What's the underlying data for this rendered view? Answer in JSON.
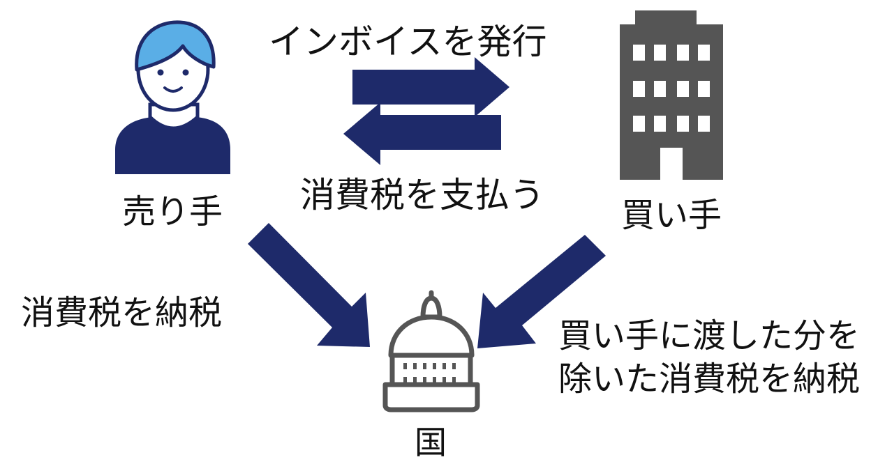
{
  "nodes": {
    "seller": {
      "label": "売り手",
      "icon": "person-icon"
    },
    "buyer": {
      "label": "買い手",
      "icon": "office-building-icon"
    },
    "country": {
      "label": "国",
      "icon": "capitol-building-icon"
    }
  },
  "edges": {
    "invoice": {
      "label": "インボイスを発行"
    },
    "consumption_tax_payment": {
      "label": "消費税を支払う"
    },
    "seller_to_country": {
      "label": "消費税を納税"
    },
    "buyer_to_country": {
      "line1": "買い手に渡した分を",
      "line2": "除いた消費税を納税"
    }
  },
  "colors": {
    "arrow": "#1e2a6a",
    "person_hair": "#5aaee6",
    "person_body": "#1e2a6a",
    "building": "#555555",
    "capitol": "#555555"
  }
}
